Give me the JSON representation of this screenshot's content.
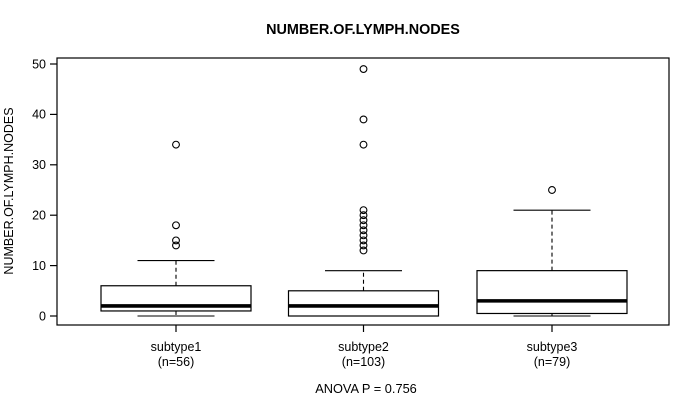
{
  "chart_data": {
    "type": "boxplot",
    "title": "NUMBER.OF.LYMPH.NODES",
    "ylabel": "NUMBER.OF.LYMPH.NODES",
    "annotation": "ANOVA P = 0.756",
    "ylim": [
      -1.9,
      51.2
    ],
    "yticks": [
      0,
      10,
      20,
      30,
      40,
      50
    ],
    "grid": false,
    "legend": "none",
    "groups": [
      {
        "label": "subtype1",
        "sublabel": "(n=56)",
        "n": 56,
        "whisker_low": 0,
        "q1": 1,
        "median": 2,
        "q3": 6,
        "whisker_high": 11,
        "outliers": [
          14,
          15,
          18,
          34
        ]
      },
      {
        "label": "subtype2",
        "sublabel": "(n=103)",
        "n": 103,
        "whisker_low": 0,
        "q1": 0,
        "median": 2,
        "q3": 5,
        "whisker_high": 9,
        "outliers": [
          13,
          14,
          15,
          16,
          17,
          18,
          19,
          20,
          21,
          34,
          39,
          49
        ]
      },
      {
        "label": "subtype3",
        "sublabel": "(n=79)",
        "n": 79,
        "whisker_low": 0,
        "q1": 0.5,
        "median": 3,
        "q3": 9,
        "whisker_high": 21,
        "outliers": [
          25
        ]
      }
    ],
    "colors": {
      "line": "#000000",
      "box_fill": "#ffffff",
      "background": "#ffffff",
      "text": "#000000"
    }
  }
}
